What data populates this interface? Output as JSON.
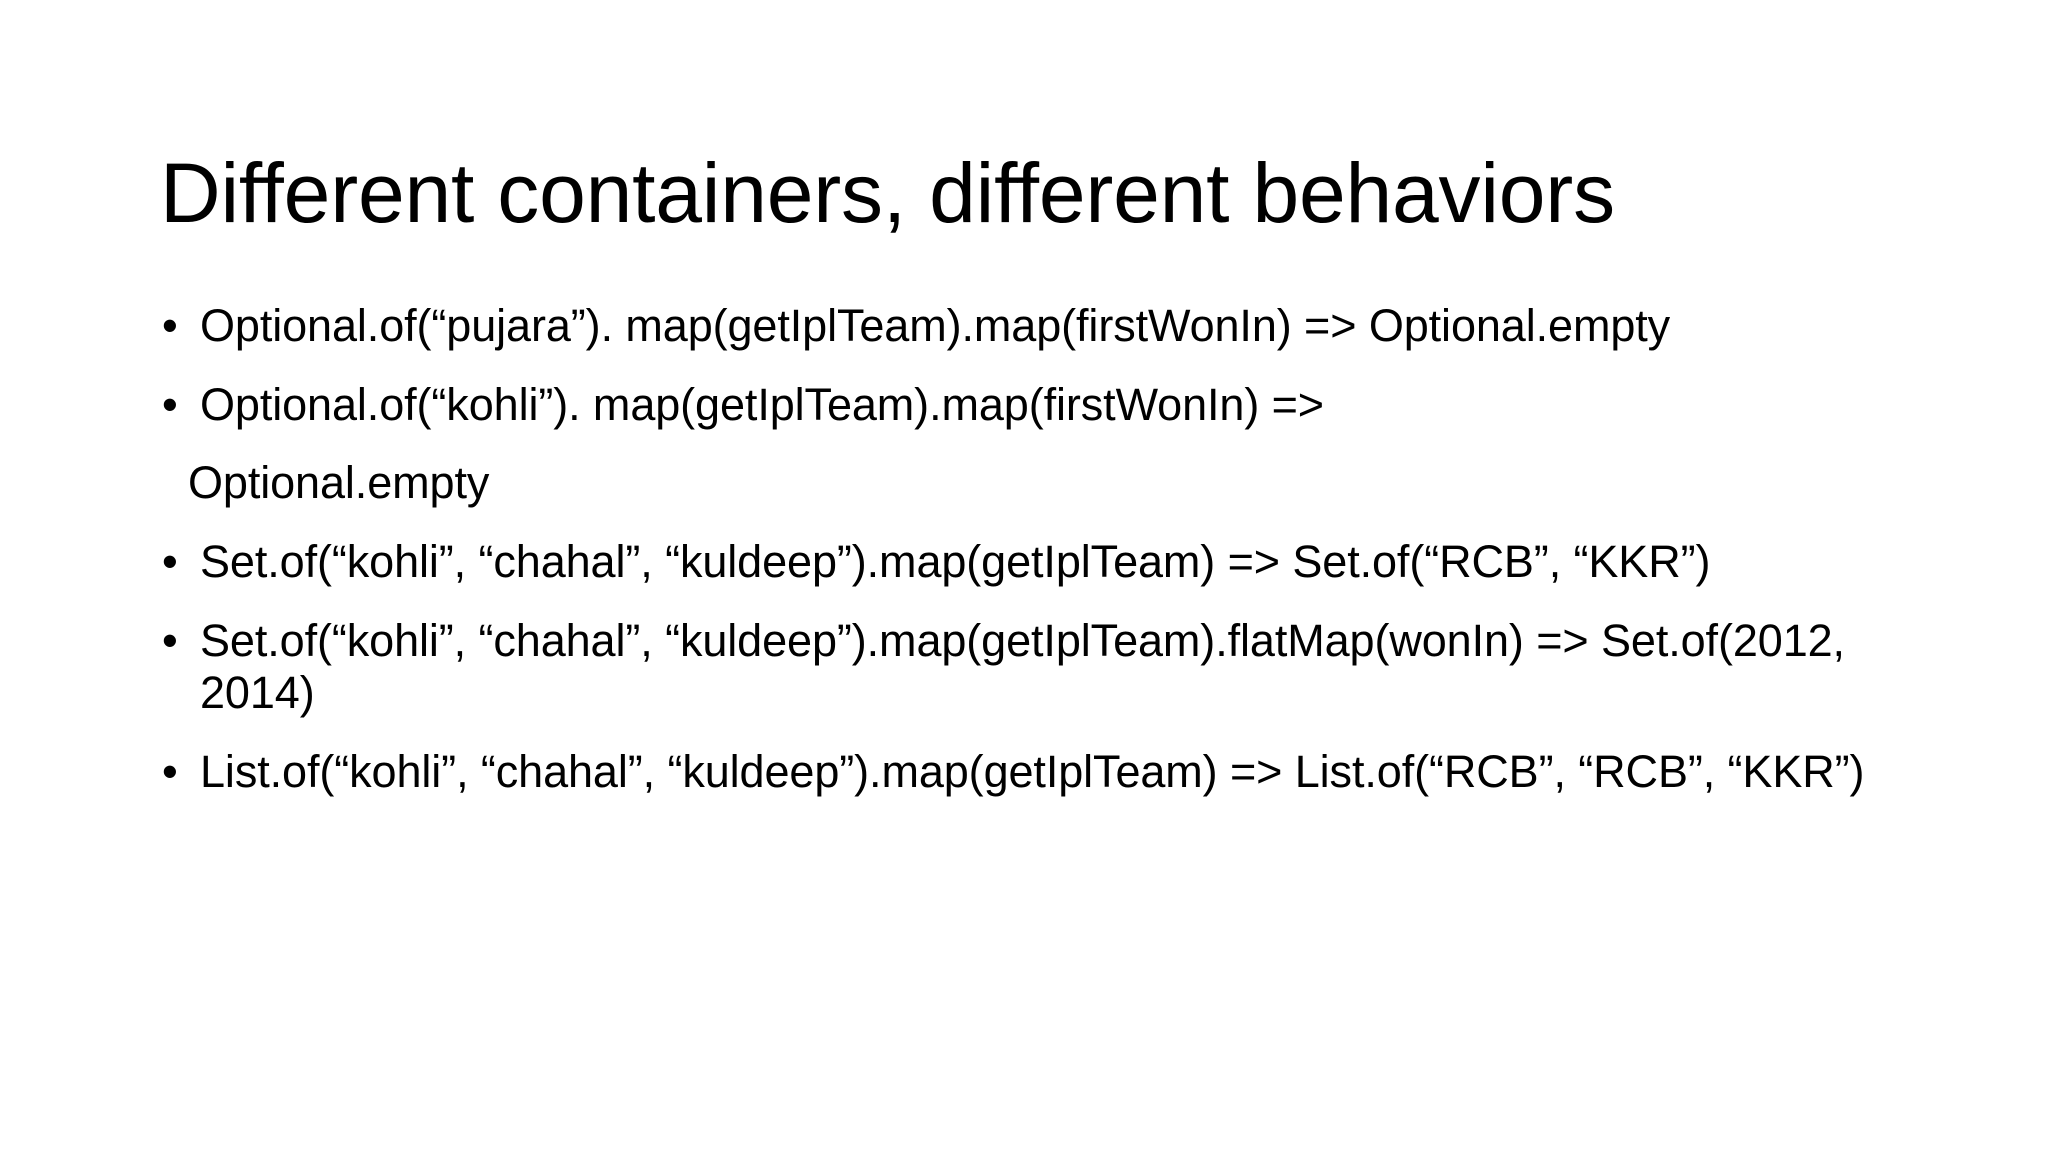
{
  "slide": {
    "title": "Different containers, different behaviors",
    "background_color": "#ffffff",
    "text_color": "#000000",
    "bullet_glyph": "•",
    "content": [
      {
        "type": "bullet",
        "text": "Optional.of(“pujara”). map(getIplTeam).map(firstWonIn) => Optional.empty"
      },
      {
        "type": "bullet",
        "text": "Optional.of(“kohli”). map(getIplTeam).map(firstWonIn) =>"
      },
      {
        "type": "plain",
        "text": "Optional.empty"
      },
      {
        "type": "bullet",
        "text": "Set.of(“kohli”, “chahal”, “kuldeep”).map(getIplTeam) => Set.of(“RCB”, “KKR”)"
      },
      {
        "type": "bullet",
        "text": "Set.of(“kohli”, “chahal”, “kuldeep”).map(getIplTeam).flatMap(wonIn) => Set.of(2012, 2014)"
      },
      {
        "type": "bullet",
        "text": "List.of(“kohli”, “chahal”, “kuldeep”).map(getIplTeam) => List.of(“RCB”, “RCB”, “KKR”)"
      }
    ]
  }
}
